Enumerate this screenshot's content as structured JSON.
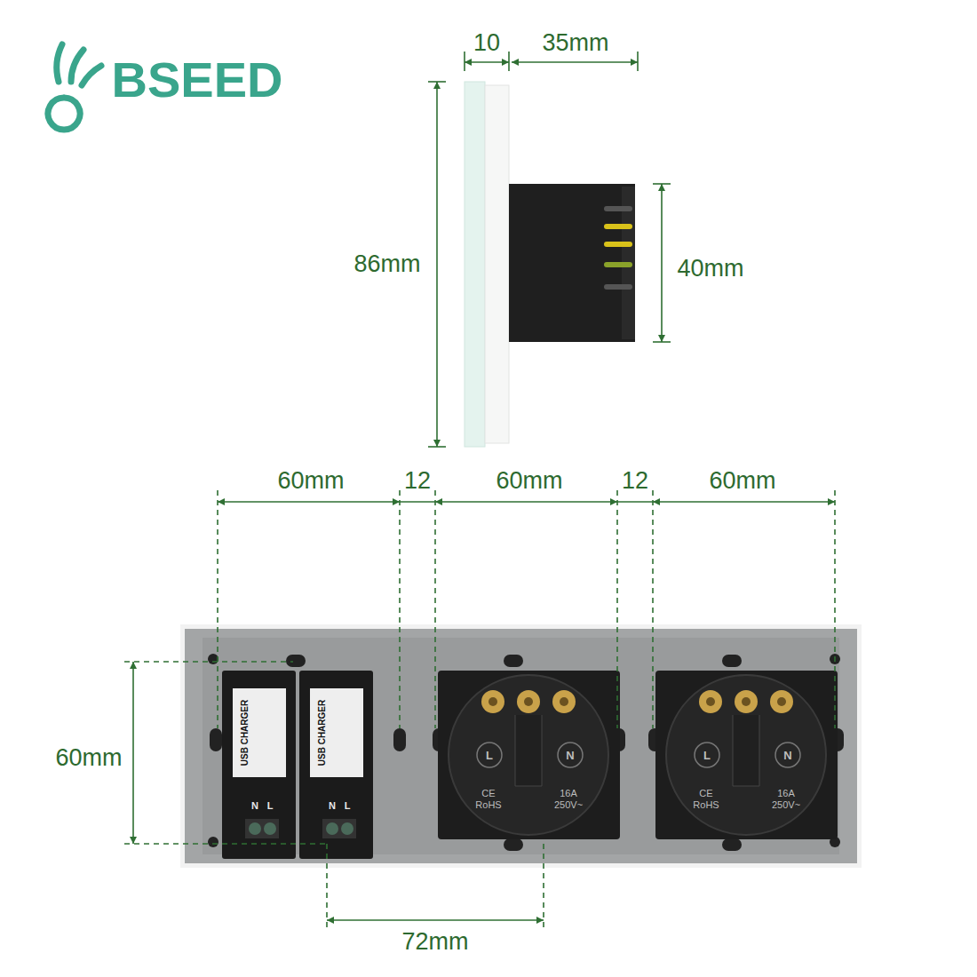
{
  "diagram": {
    "labels": [
      "BSEED",
      "10",
      "35mm",
      "86mm",
      "40mm",
      "60mm",
      "12",
      "60mm",
      "12",
      "60mm",
      "60mm",
      "72mm",
      "USB CHARGER",
      "N",
      "L",
      "USB CHARGER",
      "N",
      "L",
      "L",
      "N",
      "CE",
      "RoHS",
      "16A",
      "250V~",
      "L",
      "N",
      "CE",
      "RoHS",
      "16A",
      "250V~"
    ]
  }
}
